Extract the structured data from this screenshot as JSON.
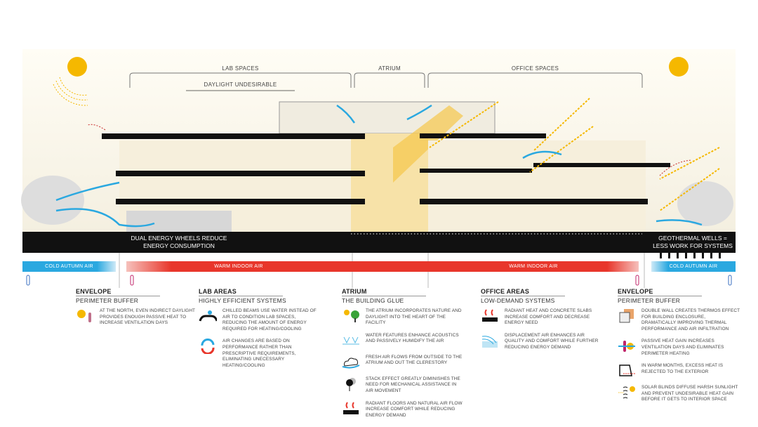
{
  "zones": {
    "lab": "LAB SPACES",
    "atrium": "ATRIUM",
    "office": "OFFICE SPACES",
    "daylight": "DAYLIGHT UNDESIRABLE"
  },
  "callouts": {
    "wheels": "DUAL ENERGY WHEELS REDUCE ENERGY CONSUMPTION",
    "geothermal": "GEOTHERMAL WELLS = LESS WORK FOR SYSTEMS"
  },
  "air_bars": {
    "cold_left": "COLD AUTUMN AIR",
    "warm_left": "WARM INDOOR AIR",
    "warm_right": "WARM INDOOR AIR",
    "cold_right": "COLD AUTUMN AIR"
  },
  "colors": {
    "cold": "#2aa8e0",
    "warm": "#e8362b",
    "sun": "#f5b800",
    "building": "#111111"
  },
  "legend": [
    {
      "title": "ENVELOPE",
      "subtitle": "PERIMETER BUFFER",
      "items": [
        {
          "icon": "sun-thermometer-icon",
          "text": "AT THE NORTH, EVEN INDIRECT DAYLIGHT PROVIDES ENOUGH PASSIVE HEAT TO INCREASE VENTILATION DAYS"
        }
      ]
    },
    {
      "title": "LAB AREAS",
      "subtitle": "HIGHLY EFFICIENT SYSTEMS",
      "items": [
        {
          "icon": "chilled-beam-icon",
          "text": "CHILLED BEAMS USE WATER INSTEAD OF AIR TO CONDITION LAB SPACES, REDUCING THE AMOUNT OF ENERGY REQUIRED FOR HEATING/COOLING"
        },
        {
          "icon": "air-cycle-icon",
          "text": "AIR CHANGES ARE BASED ON PERFORMANCE RATHER THAN PRESCRIPTIVE REQUIREMENTS, ELIMINATING UNECESSARY HEATING/COOLING"
        }
      ]
    },
    {
      "title": "ATRIUM",
      "subtitle": "THE BUILDING GLUE",
      "items": [
        {
          "icon": "nature-daylight-icon",
          "text": "THE ATRIUM INCORPORATES NATURE AND DAYLIGHT INTO THE HEART OF THE FACILITY"
        },
        {
          "icon": "water-feature-icon",
          "text": "WATER FEATURES ENHANCE ACOUSTICS AND PASSIVELY HUMIDIFY THE AIR"
        },
        {
          "icon": "fresh-air-cloud-icon",
          "text": "FRESH AIR FLOWS FROM OUTSIDE TO THE ATRIUM AND OUT THE CLERESTORY"
        },
        {
          "icon": "stack-effect-icon",
          "text": "STACK EFFECT GREATLY DIMINISHES THE NEED FOR MECHANICAL ASSISTANCE IN AIR MOVEMENT"
        },
        {
          "icon": "radiant-floor-icon",
          "text": "RADIANT FLOORS AND NATURAL AIR FLOW INCREASE COMFORT WHILE REDUCING ENERGY DEMAND"
        }
      ]
    },
    {
      "title": "OFFICE AREAS",
      "subtitle": "LOW-DEMAND SYSTEMS",
      "items": [
        {
          "icon": "radiant-slab-icon",
          "text": "RADIANT HEAT AND CONCRETE SLABS INCREASE COMFORT AND DECREASE ENERGY NEED"
        },
        {
          "icon": "displacement-air-icon",
          "text": "DISPLACEMENT AIR ENHANCES AIR QUALITY AND COMFORT WHILE FURTHER REDUCING ENERGY DEMAND"
        }
      ]
    },
    {
      "title": "ENVELOPE",
      "subtitle": "PERIMETER BUFFER",
      "items": [
        {
          "icon": "double-wall-icon",
          "text": "DOUBLE WALL CREATES THERMOS EFFECT FOR BUILDING ENCLOSURE, DRAMATICALLY IMPROVING THERMAL PERFORMANCE AND AIR INFILTRATION"
        },
        {
          "icon": "passive-heat-icon",
          "text": "PASSIVE HEAT GAIN INCREASES VENTILATION DAYS AND ELIMINATES PERIMETER HEATING"
        },
        {
          "icon": "heat-rejection-icon",
          "text": "IN WARM MONTHS, EXCESS HEAT IS REJECTED TO THE EXTERIOR"
        },
        {
          "icon": "solar-blinds-icon",
          "text": "SOLAR BLINDS DIFFUSE HARSH SUNLIGHT AND PREVENT UNDESIRABLE HEAT GAIN BEFORE IT GETS TO INTERIOR SPACE"
        }
      ]
    }
  ]
}
